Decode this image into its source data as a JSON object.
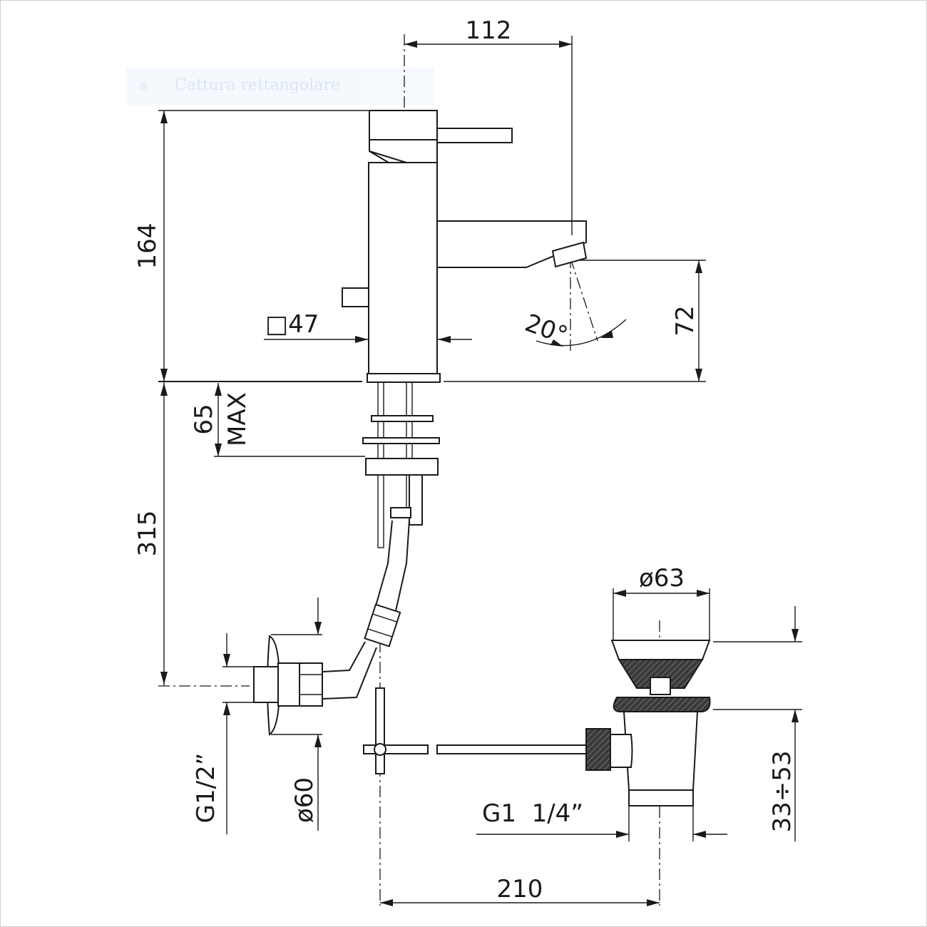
{
  "overlay": {
    "label": "Cattura rettangolare"
  },
  "dimensions": {
    "width_top": "112",
    "height_body": "164",
    "square_section": "□47",
    "angle": "20°",
    "spout_height": "72",
    "deck_max": "65",
    "deck_max_suffix": "MAX",
    "hose_length": "315",
    "waste_diameter": "ø63",
    "inlet_thread": "G1/2”",
    "rosette_diameter": "ø60",
    "waste_thread": "G1  1/4”",
    "waste_range": "33÷53",
    "rod_distance": "210"
  }
}
